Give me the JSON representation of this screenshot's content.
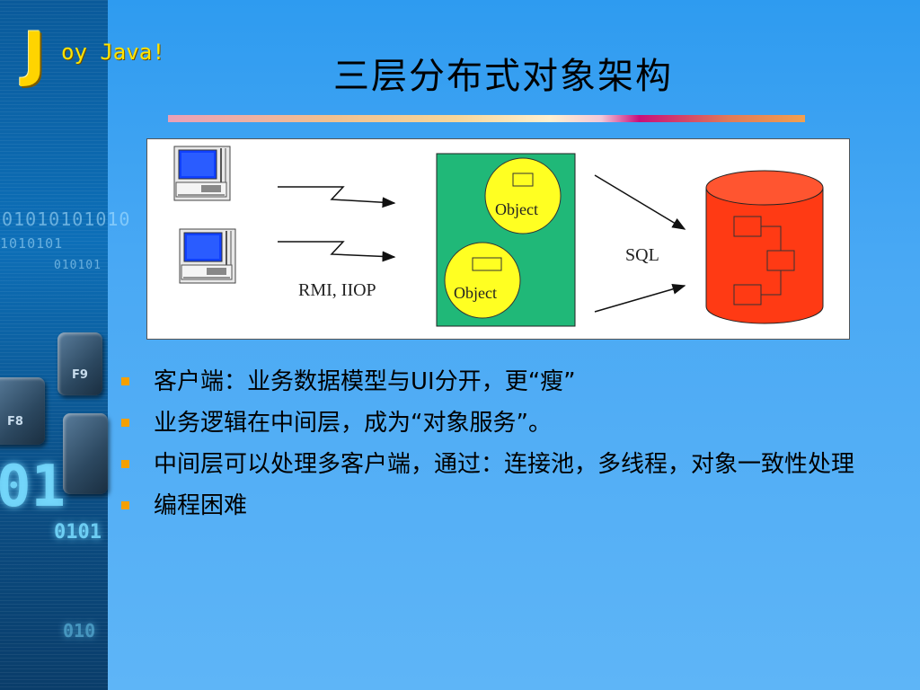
{
  "logo": {
    "initial": "J",
    "rest": "oy Java!"
  },
  "title": "三层分布式对象架构",
  "diagram": {
    "protocol_label": "RMI, IIOP",
    "sql_label": "SQL",
    "object_label_1": "Object",
    "object_label_2": "Object",
    "colors": {
      "middle_tier": "#20b878",
      "object": "#ffff22",
      "database": "#ff3a14",
      "client_screen": "#1040ff"
    }
  },
  "bullets": [
    "客户端：业务数据模型与UI分开，更“瘦”",
    "业务逻辑在中间层，成为“对象服务”。",
    "中间层可以处理多客户端，通过：连接池，多线程，对象一致性处理",
    "编程困难"
  ],
  "decor": {
    "binary_1": "01010101010",
    "binary_2": "1010101",
    "binary_3": "010101",
    "key_label_1": "F9",
    "key_label_2": "F8",
    "digits_1": "01",
    "digits_2": "0101",
    "digits_3": "010"
  }
}
